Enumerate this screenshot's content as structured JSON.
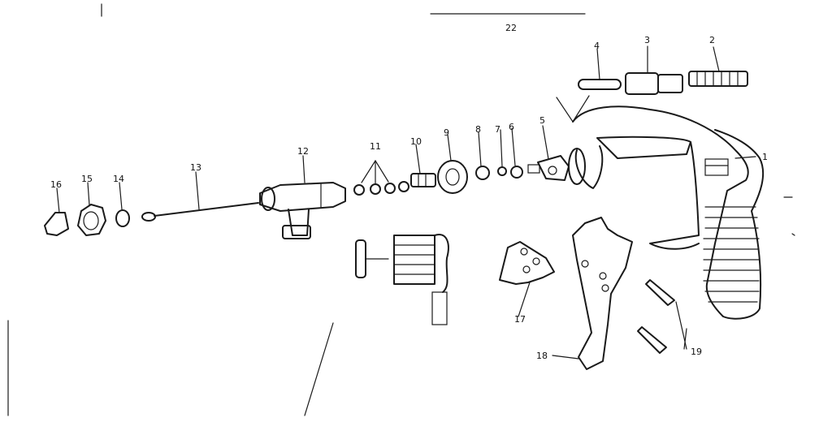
{
  "diagram": {
    "page_number": "22",
    "parts": [
      {
        "id": "p1",
        "label": "1"
      },
      {
        "id": "p2",
        "label": "2"
      },
      {
        "id": "p3",
        "label": "3"
      },
      {
        "id": "p4",
        "label": "4"
      },
      {
        "id": "p5",
        "label": "5"
      },
      {
        "id": "p6",
        "label": "6"
      },
      {
        "id": "p7",
        "label": "7"
      },
      {
        "id": "p8",
        "label": "8"
      },
      {
        "id": "p9",
        "label": "9"
      },
      {
        "id": "p10",
        "label": "10"
      },
      {
        "id": "p11",
        "label": "11"
      },
      {
        "id": "p12",
        "label": "12"
      },
      {
        "id": "p13",
        "label": "13"
      },
      {
        "id": "p14",
        "label": "14"
      },
      {
        "id": "p15",
        "label": "15"
      },
      {
        "id": "p16",
        "label": "16"
      },
      {
        "id": "p17",
        "label": "17"
      },
      {
        "id": "p18",
        "label": "18"
      },
      {
        "id": "p19",
        "label": "19"
      }
    ]
  }
}
